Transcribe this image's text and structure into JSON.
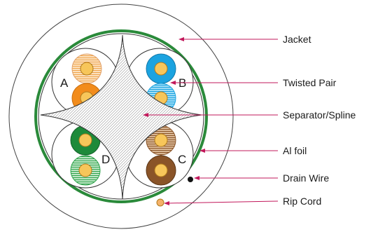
{
  "diagram": {
    "callouts": [
      {
        "id": "jacket",
        "label": "Jacket"
      },
      {
        "id": "twisted-pair",
        "label": "Twisted Pair"
      },
      {
        "id": "separator-spline",
        "label": "Separator/Spline"
      },
      {
        "id": "al-foil",
        "label": "Al foil"
      },
      {
        "id": "drain-wire",
        "label": "Drain Wire"
      },
      {
        "id": "rip-cord",
        "label": "Rip Cord"
      }
    ],
    "pairs": [
      {
        "id": "A",
        "label": "A",
        "colors": {
          "solid": "#f28c1c",
          "stripe": "#f28c1c"
        }
      },
      {
        "id": "B",
        "label": "B",
        "colors": {
          "solid": "#1ba3e0",
          "stripe": "#1ba3e0"
        }
      },
      {
        "id": "C",
        "label": "C",
        "colors": {
          "solid": "#8a5428",
          "stripe": "#b07a4a"
        }
      },
      {
        "id": "D",
        "label": "D",
        "colors": {
          "solid": "#1e8a3a",
          "stripe": "#2fa34c"
        }
      }
    ],
    "colors": {
      "leader": "#c2185b",
      "foil": "#2a8a3a",
      "copper": "#e0a81c",
      "jacket_stroke": "#444444",
      "spline": "#8c8c8c"
    }
  }
}
